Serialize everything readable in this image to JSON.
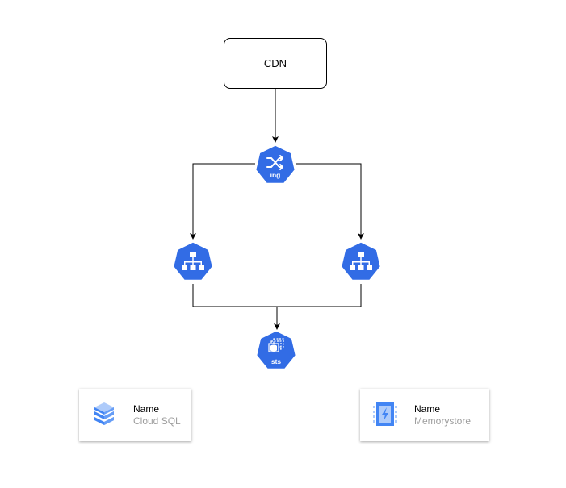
{
  "cdn": {
    "label": "CDN"
  },
  "nodes": {
    "ingress": {
      "label": "ing",
      "icon": "shuffle-icon"
    },
    "service_left": {
      "icon": "hierarchy-icon"
    },
    "service_right": {
      "icon": "hierarchy-icon"
    },
    "statefulset": {
      "label": "sts",
      "icon": "database-copy-icon"
    }
  },
  "cards": {
    "cloud_sql": {
      "name": "Name",
      "product": "Cloud SQL",
      "icon": "cloud-sql-icon"
    },
    "memorystore": {
      "name": "Name",
      "product": "Memorystore",
      "icon": "memorystore-icon"
    }
  },
  "colors": {
    "k8s_blue": "#326ce5",
    "gcp_blue_dark": "#4285f4",
    "gcp_blue_light": "#aecbfa",
    "secondary_text": "#9e9e9e"
  }
}
